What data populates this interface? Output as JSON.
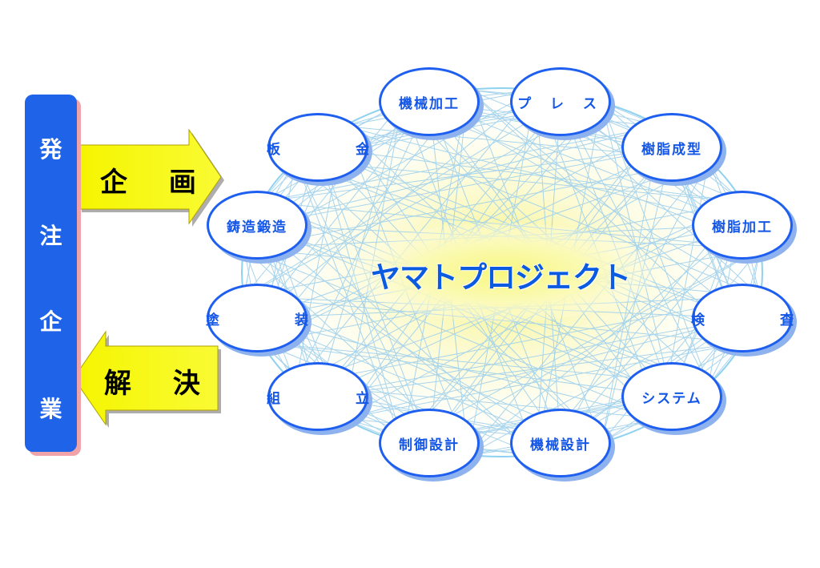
{
  "left": {
    "title_chars": [
      "発",
      "注",
      "企",
      "業"
    ]
  },
  "arrows": {
    "plan": "企 画",
    "solve": "解 決"
  },
  "center": {
    "title": "ヤマトプロジェクト"
  },
  "nodes": [
    "機械加工",
    "プ レ ス",
    "樹脂成型",
    "樹脂加工",
    "検 査",
    "システム",
    "機械設計",
    "制御設計",
    "組 立",
    "塗 装",
    "鋳造鍛造",
    "板 金"
  ],
  "colors": {
    "accent_blue": "#1e5ff0",
    "bar_blue": "#1e63e8",
    "arrow_yellow": "#f7f91a",
    "glow_yellow": "#fbfab0"
  }
}
